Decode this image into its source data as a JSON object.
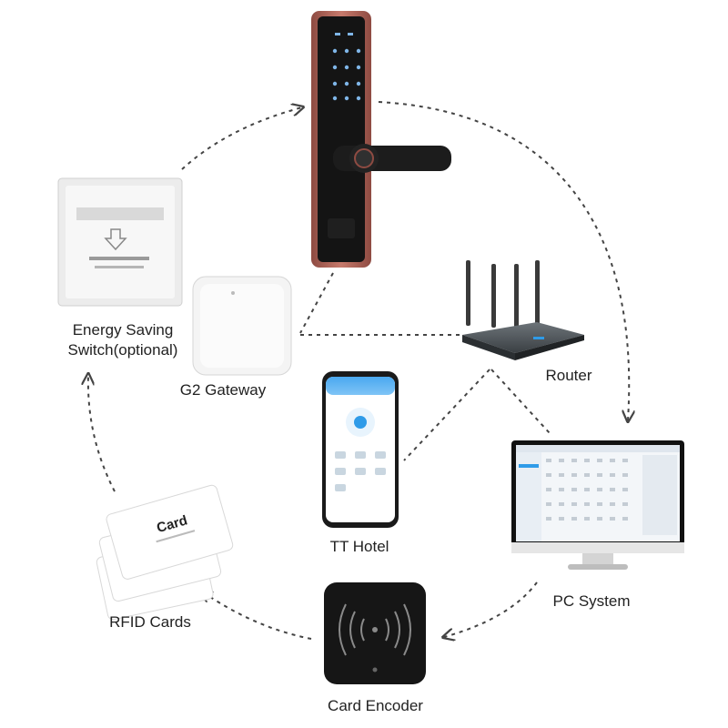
{
  "nodes": {
    "energy_switch": {
      "label": "Energy Saving Switch(optional)"
    },
    "gateway": {
      "label": "G2 Gateway"
    },
    "router": {
      "label": "Router"
    },
    "tt_hotel": {
      "label": "TT Hotel"
    },
    "pc_system": {
      "label": "PC System"
    },
    "rfid_cards": {
      "label": "RFID Cards",
      "card_text": "Card"
    },
    "card_encoder": {
      "label": "Card Encoder"
    }
  },
  "colors": {
    "lock_body": "#b66b5f",
    "lock_face": "#111111",
    "connector": "#444444",
    "accent_blue": "#2f9be8"
  }
}
